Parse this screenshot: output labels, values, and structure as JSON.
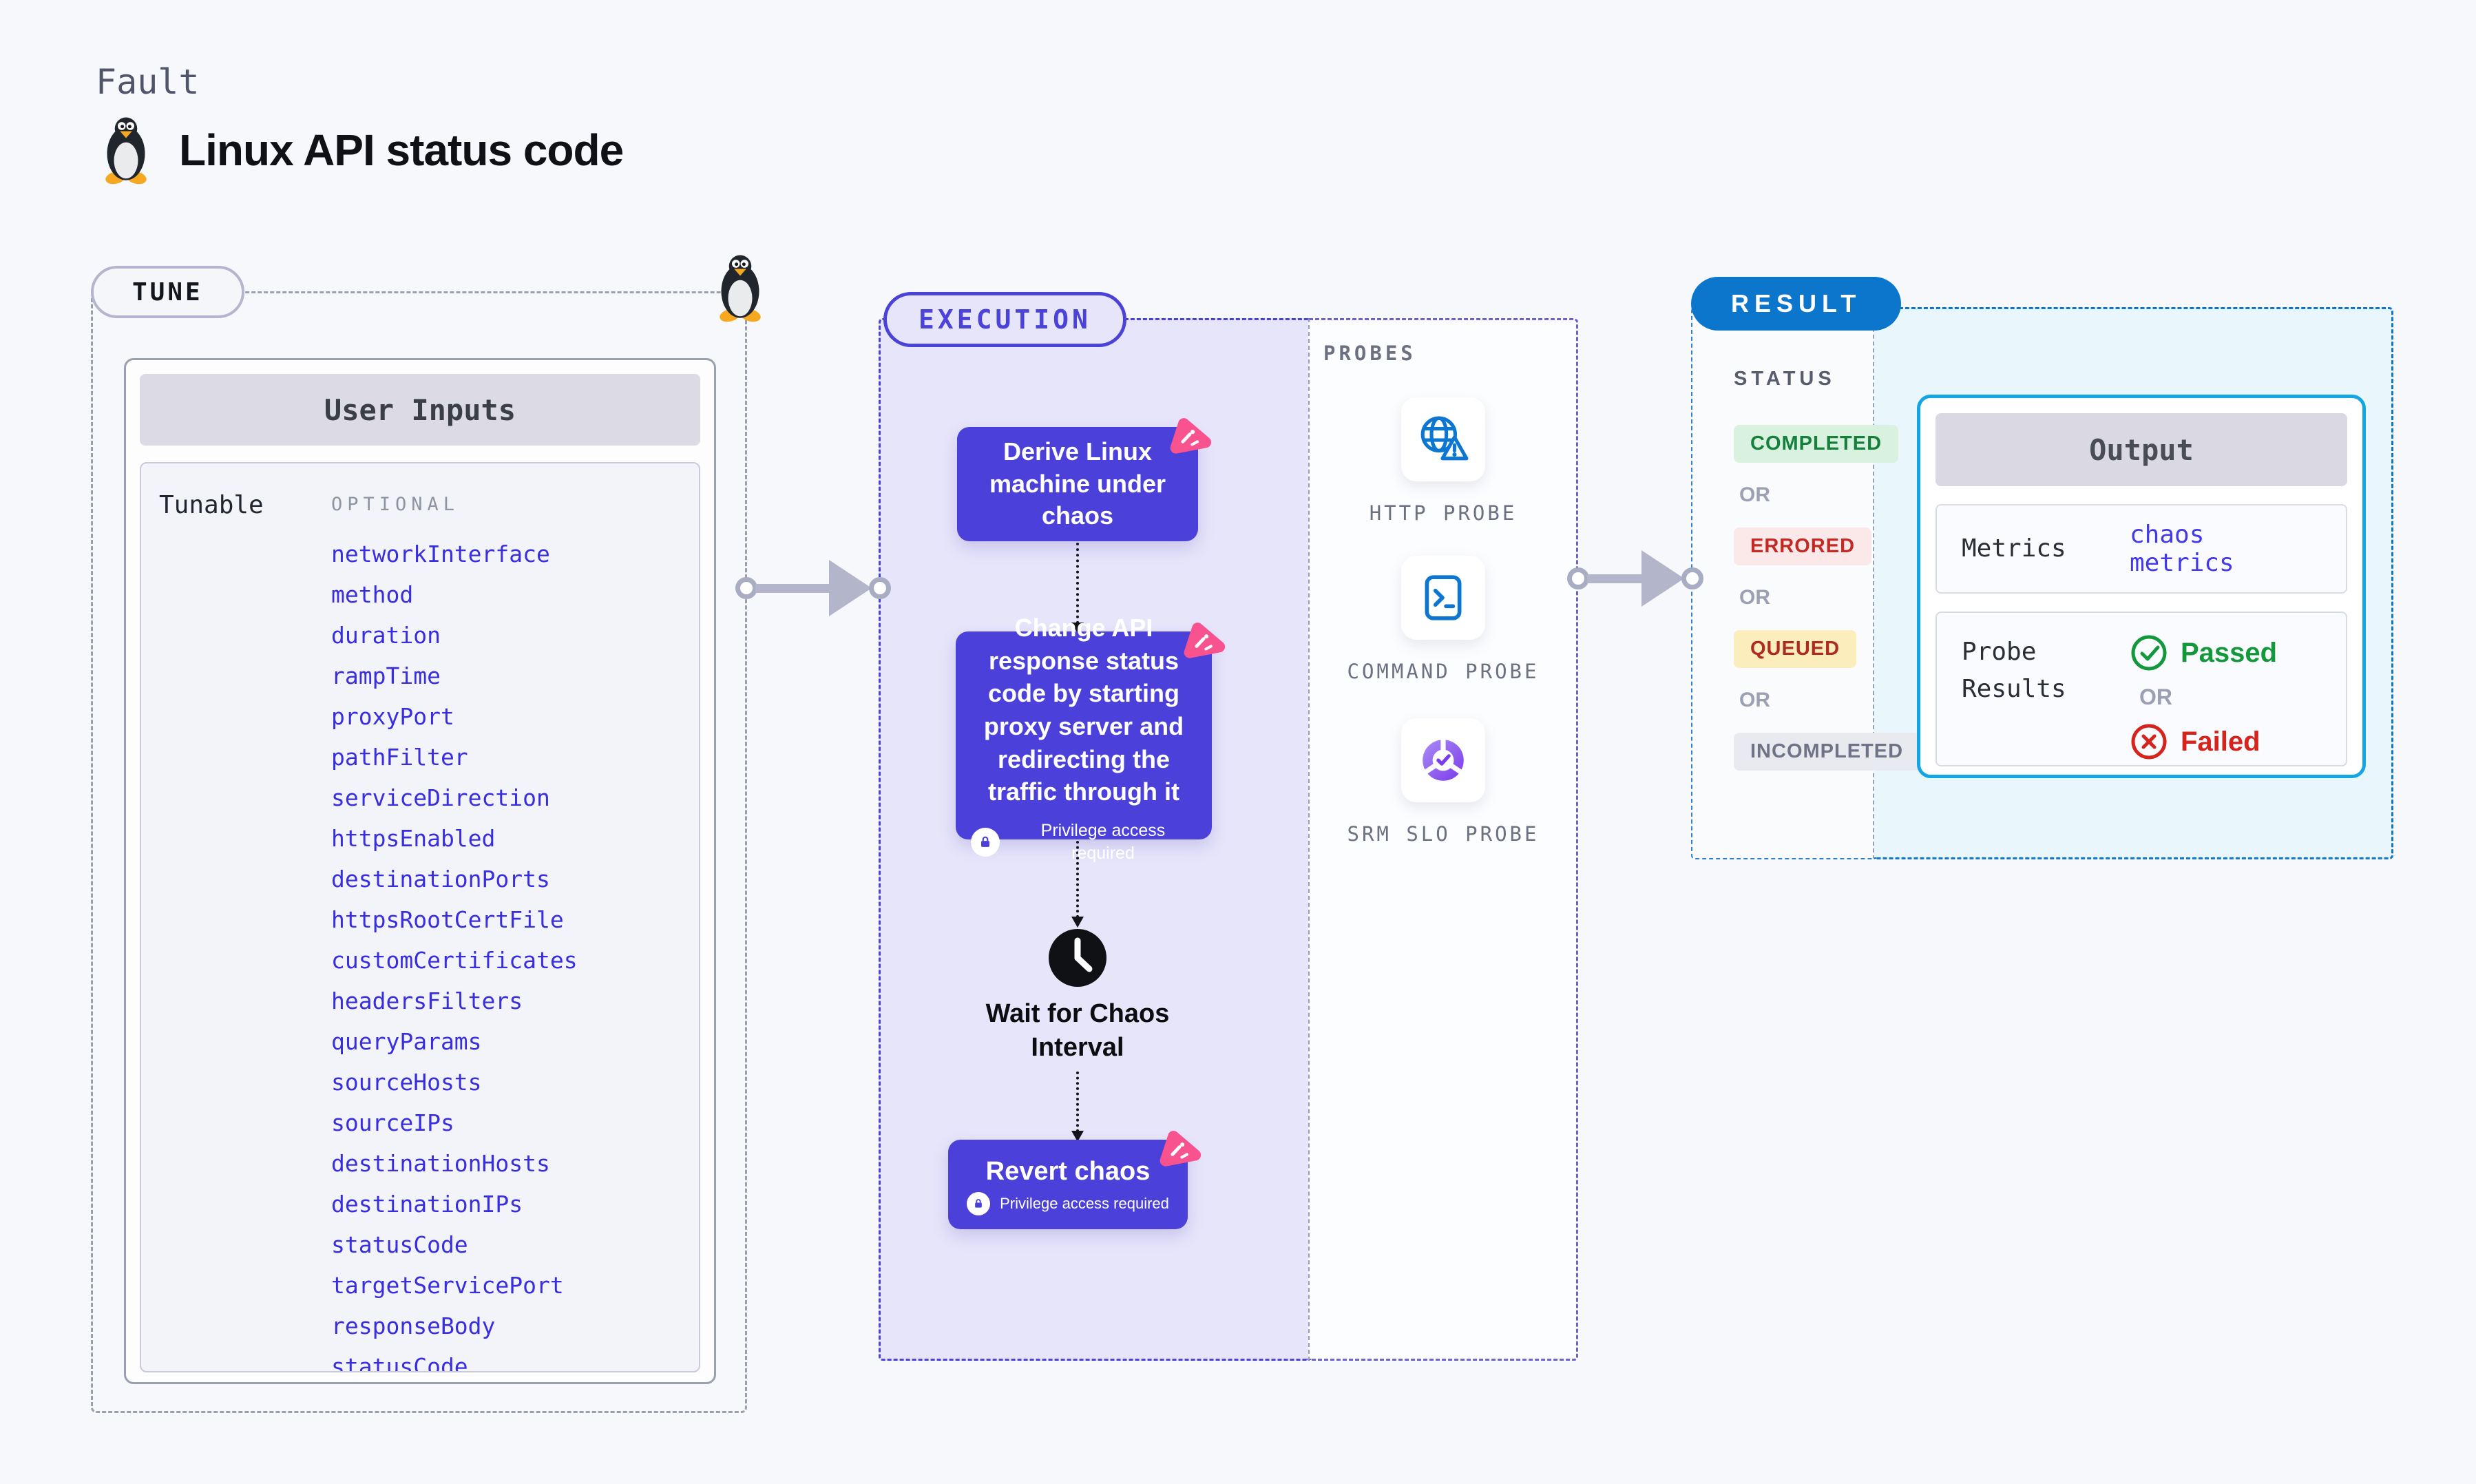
{
  "page": {
    "kicker": "Fault",
    "title": "Linux API status code"
  },
  "tune": {
    "label": "TUNE",
    "table_title": "User Inputs",
    "row_label": "Tunable",
    "optional_label": "OPTIONAL",
    "tunables": [
      "networkInterface",
      "method",
      "duration",
      "rampTime",
      "proxyPort",
      "pathFilter",
      "serviceDirection",
      "httpsEnabled",
      "destinationPorts",
      "httpsRootCertFile",
      "customCertificates",
      "headersFilters",
      "queryParams",
      "sourceHosts",
      "sourceIPs",
      "destinationHosts",
      "destinationIPs",
      "statusCode",
      "targetServicePort",
      "responseBody",
      "statusCode"
    ]
  },
  "execution": {
    "label": "EXECUTION",
    "step1": "Derive Linux machine under chaos",
    "step2": "Change API response status code by starting proxy server and redirecting the traffic through it",
    "wait": "Wait for Chaos Interval",
    "revert": "Revert chaos",
    "privilege_note": "Privilege access required"
  },
  "probes": {
    "label": "PROBES",
    "items": [
      {
        "name": "HTTP PROBE",
        "icon": "globe-alert-icon"
      },
      {
        "name": "COMMAND PROBE",
        "icon": "terminal-icon"
      },
      {
        "name": "SRM SLO PROBE",
        "icon": "slo-donut-icon"
      }
    ]
  },
  "result": {
    "label": "RESULT",
    "status_title": "STATUS",
    "or_label": "OR",
    "statuses": [
      {
        "label": "COMPLETED",
        "fg": "#157f3c",
        "bg": "#d9f2df"
      },
      {
        "label": "ERRORED",
        "fg": "#c42a24",
        "bg": "#fbe9e9"
      },
      {
        "label": "QUEUED",
        "fg": "#b02a1f",
        "bg": "#fcedbd"
      },
      {
        "label": "INCOMPLETED",
        "fg": "#6e7486",
        "bg": "#e9eaf0"
      }
    ],
    "output": {
      "title": "Output",
      "metrics_label": "Metrics",
      "metrics_value": "chaos metrics",
      "probe_results_label": "Probe Results",
      "passed_label": "Passed",
      "failed_label": "Failed"
    }
  },
  "colors": {
    "accent_purple": "#4b40da",
    "execution_bg": "#e7e5fa",
    "execution_border": "#4b42d8",
    "result_blue": "#0b76cb",
    "output_border": "#14a5e3",
    "chaos_pink": "#f8528f",
    "probe_icon_blue": "#0d76d0",
    "tunable_link_blue": "#382ee0",
    "passed_green": "#13993b",
    "failed_red": "#d6231c"
  }
}
